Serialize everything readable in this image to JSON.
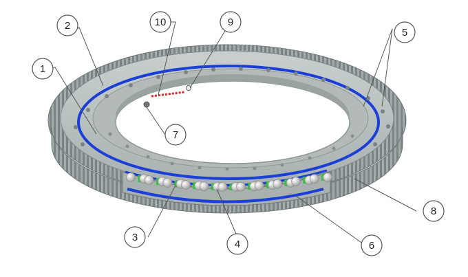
{
  "diagram": {
    "callouts": [
      {
        "id": "c1",
        "label": "1"
      },
      {
        "id": "c2",
        "label": "2"
      },
      {
        "id": "c3",
        "label": "3"
      },
      {
        "id": "c4",
        "label": "4"
      },
      {
        "id": "c5",
        "label": "5"
      },
      {
        "id": "c6",
        "label": "6"
      },
      {
        "id": "c7",
        "label": "7"
      },
      {
        "id": "c8",
        "label": "8"
      },
      {
        "id": "c9",
        "label": "9"
      },
      {
        "id": "c10",
        "label": "10"
      }
    ],
    "colors": {
      "ring_body": "#b9bfbf",
      "ring_dark": "#8e9696",
      "seal_blue": "#1b3fd6",
      "ball_silver": "#d7d7d7",
      "spacer_green": "#37c23a",
      "marking_red": "#d22b2b"
    }
  }
}
